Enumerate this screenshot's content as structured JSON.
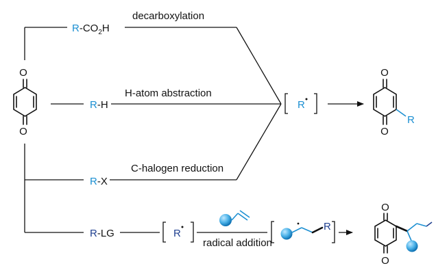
{
  "colors": {
    "ink": "#111111",
    "r_group": "#1b8fd2",
    "dark_r": "#1f3f8f",
    "sphere_light": "#bfe8ff",
    "sphere_mid": "#4cb2e8",
    "sphere_dark": "#0a6eb0"
  },
  "atoms": {
    "oxygen": "O",
    "r_label": "R"
  },
  "routes": [
    {
      "reagent_r": "R",
      "reagent_suffix": "-CO",
      "reagent_sub": "2",
      "reagent_tail": "H",
      "label": "decarboxylation"
    },
    {
      "reagent_r": "R",
      "reagent_suffix": "-H",
      "reagent_sub": "",
      "reagent_tail": "",
      "label": "H-atom abstraction"
    },
    {
      "reagent_r": "R",
      "reagent_suffix": "-X",
      "reagent_sub": "",
      "reagent_tail": "",
      "label": "C-halogen reduction"
    },
    {
      "reagent_r": "R",
      "reagent_suffix": "-LG",
      "reagent_sub": "",
      "reagent_tail": "",
      "label": "radical addition"
    }
  ]
}
